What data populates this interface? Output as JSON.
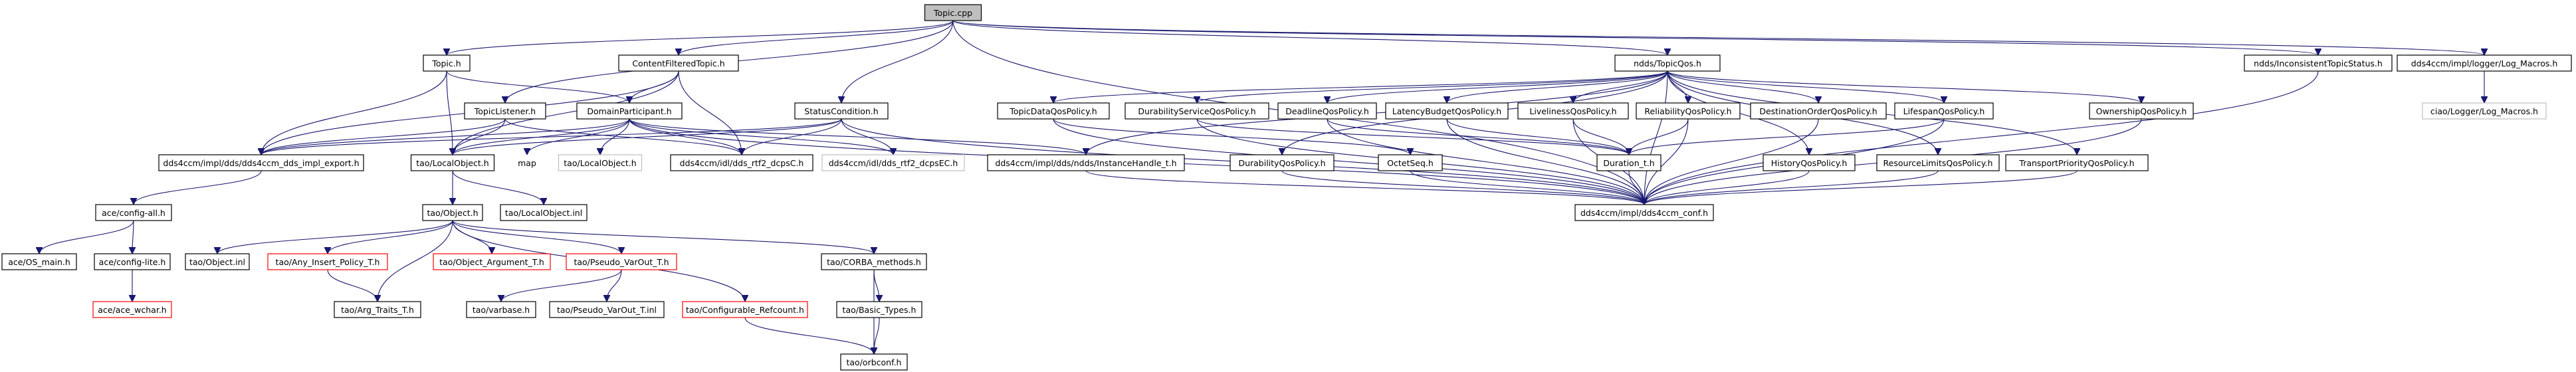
{
  "graph": {
    "root": "Topic.cpp",
    "nodes": [
      {
        "id": "topic_cpp",
        "label": "Topic.cpp",
        "style": "root"
      },
      {
        "id": "topic_h",
        "label": "Topic.h",
        "style": "black"
      },
      {
        "id": "cft_h",
        "label": "ContentFilteredTopic.h",
        "style": "black"
      },
      {
        "id": "statuscondition_h",
        "label": "StatusCondition.h",
        "style": "black"
      },
      {
        "id": "topicqos_h",
        "label": "ndds/TopicQos.h",
        "style": "black"
      },
      {
        "id": "inconsistent_h",
        "label": "ndds/InconsistentTopicStatus.h",
        "style": "black"
      },
      {
        "id": "logmacros_h",
        "label": "dds4ccm/impl/logger/Log_Macros.h",
        "style": "black"
      },
      {
        "id": "ciao_logmacros_h",
        "label": "ciao/Logger/Log_Macros.h",
        "style": "gray"
      },
      {
        "id": "topiclistener_h",
        "label": "TopicListener.h",
        "style": "black"
      },
      {
        "id": "domainparticipant_h",
        "label": "DomainParticipant.h",
        "style": "black"
      },
      {
        "id": "topicdataqos_h",
        "label": "TopicDataQosPolicy.h",
        "style": "black"
      },
      {
        "id": "durabilityserviceqos_h",
        "label": "DurabilityServiceQosPolicy.h",
        "style": "black"
      },
      {
        "id": "deadlineqos_h",
        "label": "DeadlineQosPolicy.h",
        "style": "black"
      },
      {
        "id": "latencybudgetqos_h",
        "label": "LatencyBudgetQosPolicy.h",
        "style": "black"
      },
      {
        "id": "livelinessqos_h",
        "label": "LivelinessQosPolicy.h",
        "style": "black"
      },
      {
        "id": "reliabilityqos_h",
        "label": "ReliabilityQosPolicy.h",
        "style": "black"
      },
      {
        "id": "destinationorderqos_h",
        "label": "DestinationOrderQosPolicy.h",
        "style": "black"
      },
      {
        "id": "lifespanqos_h",
        "label": "LifespanQosPolicy.h",
        "style": "black"
      },
      {
        "id": "ownershipqos_h",
        "label": "OwnershipQosPolicy.h",
        "style": "black"
      },
      {
        "id": "dds_impl_export_h",
        "label": "dds4ccm/impl/dds/dds4ccm_dds_impl_export.h",
        "style": "black"
      },
      {
        "id": "tao_localobject_h",
        "label": "tao/LocalObject.h",
        "style": "black"
      },
      {
        "id": "map",
        "label": "map",
        "style": "none"
      },
      {
        "id": "tao_localobject_h2",
        "label": "tao/LocalObject.h",
        "style": "gray"
      },
      {
        "id": "dds_rtf2_dcpsc_h",
        "label": "dds4ccm/idl/dds_rtf2_dcpsC.h",
        "style": "black"
      },
      {
        "id": "dds_rtf2_dcpsec_h",
        "label": "dds4ccm/idl/dds_rtf2_dcpsEC.h",
        "style": "gray"
      },
      {
        "id": "instancehandle_h",
        "label": "dds4ccm/impl/dds/ndds/InstanceHandle_t.h",
        "style": "black"
      },
      {
        "id": "durabilityqos_h",
        "label": "DurabilityQosPolicy.h",
        "style": "black"
      },
      {
        "id": "octetseq_h",
        "label": "OctetSeq.h",
        "style": "black"
      },
      {
        "id": "duration_h",
        "label": "Duration_t.h",
        "style": "black"
      },
      {
        "id": "historyqos_h",
        "label": "HistoryQosPolicy.h",
        "style": "black"
      },
      {
        "id": "resourcelimitsqos_h",
        "label": "ResourceLimitsQosPolicy.h",
        "style": "black"
      },
      {
        "id": "transportpriorityqos_h",
        "label": "TransportPriorityQosPolicy.h",
        "style": "black"
      },
      {
        "id": "dds4ccm_conf_h",
        "label": "dds4ccm/impl/dds4ccm_conf.h",
        "style": "black"
      },
      {
        "id": "ace_configall_h",
        "label": "ace/config-all.h",
        "style": "black"
      },
      {
        "id": "tao_localobject_inl",
        "label": "tao/LocalObject.inl",
        "style": "black"
      },
      {
        "id": "tao_object_h",
        "label": "tao/Object.h",
        "style": "black"
      },
      {
        "id": "ace_osmain_h",
        "label": "ace/OS_main.h",
        "style": "black"
      },
      {
        "id": "ace_configlite_h",
        "label": "ace/config-lite.h",
        "style": "black"
      },
      {
        "id": "tao_object_inl",
        "label": "tao/Object.inl",
        "style": "black"
      },
      {
        "id": "tao_anyinsert_h",
        "label": "tao/Any_Insert_Policy_T.h",
        "style": "red"
      },
      {
        "id": "tao_objectarg_h",
        "label": "tao/Object_Argument_T.h",
        "style": "red"
      },
      {
        "id": "tao_pseudovarout_h",
        "label": "tao/Pseudo_VarOut_T.h",
        "style": "red"
      },
      {
        "id": "tao_corbamethods_h",
        "label": "tao/CORBA_methods.h",
        "style": "black"
      },
      {
        "id": "ace_acewchar_h",
        "label": "ace/ace_wchar.h",
        "style": "red"
      },
      {
        "id": "tao_argtraits_h",
        "label": "tao/Arg_Traits_T.h",
        "style": "black"
      },
      {
        "id": "tao_varbase_h",
        "label": "tao/varbase.h",
        "style": "black"
      },
      {
        "id": "tao_pseudovarout_inl",
        "label": "tao/Pseudo_VarOut_T.inl",
        "style": "black"
      },
      {
        "id": "tao_configurable_h",
        "label": "tao/Configurable_Refcount.h",
        "style": "red"
      },
      {
        "id": "tao_basictypes_h",
        "label": "tao/Basic_Types.h",
        "style": "black"
      },
      {
        "id": "tao_orbconf_h",
        "label": "tao/orbconf.h",
        "style": "black"
      }
    ],
    "edges": [
      [
        "topic_cpp",
        "topic_h"
      ],
      [
        "topic_cpp",
        "cft_h"
      ],
      [
        "topic_cpp",
        "statuscondition_h"
      ],
      [
        "topic_cpp",
        "topicqos_h"
      ],
      [
        "topic_cpp",
        "inconsistent_h"
      ],
      [
        "topic_cpp",
        "logmacros_h"
      ],
      [
        "topic_cpp",
        "topiclistener_h"
      ],
      [
        "topic_cpp",
        "dds4ccm_conf_h"
      ],
      [
        "topic_h",
        "dds_impl_export_h"
      ],
      [
        "topic_h",
        "tao_localobject_h"
      ],
      [
        "topic_h",
        "domainparticipant_h"
      ],
      [
        "cft_h",
        "dds_impl_export_h"
      ],
      [
        "cft_h",
        "tao_localobject_h"
      ],
      [
        "cft_h",
        "domainparticipant_h"
      ],
      [
        "cft_h",
        "dds_rtf2_dcpsc_h"
      ],
      [
        "statuscondition_h",
        "dds_impl_export_h"
      ],
      [
        "statuscondition_h",
        "tao_localobject_h"
      ],
      [
        "statuscondition_h",
        "dds_rtf2_dcpsc_h"
      ],
      [
        "statuscondition_h",
        "dds_rtf2_dcpsec_h"
      ],
      [
        "statuscondition_h",
        "dds4ccm_conf_h"
      ],
      [
        "topiclistener_h",
        "dds_impl_export_h"
      ],
      [
        "topiclistener_h",
        "tao_localobject_h"
      ],
      [
        "topiclistener_h",
        "dds_rtf2_dcpsc_h"
      ],
      [
        "domainparticipant_h",
        "dds_impl_export_h"
      ],
      [
        "domainparticipant_h",
        "tao_localobject_h"
      ],
      [
        "domainparticipant_h",
        "map"
      ],
      [
        "domainparticipant_h",
        "tao_localobject_h2"
      ],
      [
        "domainparticipant_h",
        "dds_rtf2_dcpsc_h"
      ],
      [
        "domainparticipant_h",
        "dds_rtf2_dcpsec_h"
      ],
      [
        "domainparticipant_h",
        "instancehandle_h"
      ],
      [
        "domainparticipant_h",
        "dds4ccm_conf_h"
      ],
      [
        "topicqos_h",
        "topicdataqos_h"
      ],
      [
        "topicqos_h",
        "durabilityserviceqos_h"
      ],
      [
        "topicqos_h",
        "deadlineqos_h"
      ],
      [
        "topicqos_h",
        "latencybudgetqos_h"
      ],
      [
        "topicqos_h",
        "livelinessqos_h"
      ],
      [
        "topicqos_h",
        "reliabilityqos_h"
      ],
      [
        "topicqos_h",
        "destinationorderqos_h"
      ],
      [
        "topicqos_h",
        "lifespanqos_h"
      ],
      [
        "topicqos_h",
        "ownershipqos_h"
      ],
      [
        "topicqos_h",
        "durabilityqos_h"
      ],
      [
        "topicqos_h",
        "historyqos_h"
      ],
      [
        "topicqos_h",
        "resourcelimitsqos_h"
      ],
      [
        "topicqos_h",
        "transportpriorityqos_h"
      ],
      [
        "topicqos_h",
        "instancehandle_h"
      ],
      [
        "topicqos_h",
        "dds4ccm_conf_h"
      ],
      [
        "topicdataqos_h",
        "octetseq_h"
      ],
      [
        "topicdataqos_h",
        "dds4ccm_conf_h"
      ],
      [
        "durabilityserviceqos_h",
        "duration_h"
      ],
      [
        "durabilityserviceqos_h",
        "dds4ccm_conf_h"
      ],
      [
        "deadlineqos_h",
        "duration_h"
      ],
      [
        "deadlineqos_h",
        "dds4ccm_conf_h"
      ],
      [
        "latencybudgetqos_h",
        "duration_h"
      ],
      [
        "latencybudgetqos_h",
        "dds4ccm_conf_h"
      ],
      [
        "livelinessqos_h",
        "duration_h"
      ],
      [
        "livelinessqos_h",
        "dds4ccm_conf_h"
      ],
      [
        "reliabilityqos_h",
        "duration_h"
      ],
      [
        "reliabilityqos_h",
        "dds4ccm_conf_h"
      ],
      [
        "destinationorderqos_h",
        "dds4ccm_conf_h"
      ],
      [
        "lifespanqos_h",
        "duration_h"
      ],
      [
        "lifespanqos_h",
        "dds4ccm_conf_h"
      ],
      [
        "ownershipqos_h",
        "dds4ccm_conf_h"
      ],
      [
        "durabilityqos_h",
        "dds4ccm_conf_h"
      ],
      [
        "octetseq_h",
        "dds4ccm_conf_h"
      ],
      [
        "duration_h",
        "dds4ccm_conf_h"
      ],
      [
        "historyqos_h",
        "dds4ccm_conf_h"
      ],
      [
        "resourcelimitsqos_h",
        "dds4ccm_conf_h"
      ],
      [
        "transportpriorityqos_h",
        "dds4ccm_conf_h"
      ],
      [
        "instancehandle_h",
        "dds4ccm_conf_h"
      ],
      [
        "inconsistent_h",
        "dds4ccm_conf_h"
      ],
      [
        "logmacros_h",
        "ciao_logmacros_h"
      ],
      [
        "dds_impl_export_h",
        "ace_configall_h"
      ],
      [
        "ace_configall_h",
        "ace_osmain_h"
      ],
      [
        "ace_configall_h",
        "ace_configlite_h"
      ],
      [
        "ace_configlite_h",
        "ace_acewchar_h"
      ],
      [
        "tao_localobject_h",
        "tao_object_h"
      ],
      [
        "tao_localobject_h",
        "tao_localobject_inl"
      ],
      [
        "tao_object_h",
        "tao_object_inl"
      ],
      [
        "tao_object_h",
        "tao_anyinsert_h"
      ],
      [
        "tao_object_h",
        "tao_objectarg_h"
      ],
      [
        "tao_object_h",
        "tao_pseudovarout_h"
      ],
      [
        "tao_object_h",
        "tao_corbamethods_h"
      ],
      [
        "tao_object_h",
        "tao_argtraits_h"
      ],
      [
        "tao_object_h",
        "tao_configurable_h"
      ],
      [
        "tao_anyinsert_h",
        "tao_argtraits_h"
      ],
      [
        "tao_pseudovarout_h",
        "tao_varbase_h"
      ],
      [
        "tao_pseudovarout_h",
        "tao_pseudovarout_inl"
      ],
      [
        "tao_corbamethods_h",
        "tao_basictypes_h"
      ],
      [
        "tao_corbamethods_h",
        "tao_orbconf_h"
      ],
      [
        "tao_basictypes_h",
        "tao_orbconf_h"
      ],
      [
        "tao_configurable_h",
        "tao_orbconf_h"
      ]
    ]
  }
}
